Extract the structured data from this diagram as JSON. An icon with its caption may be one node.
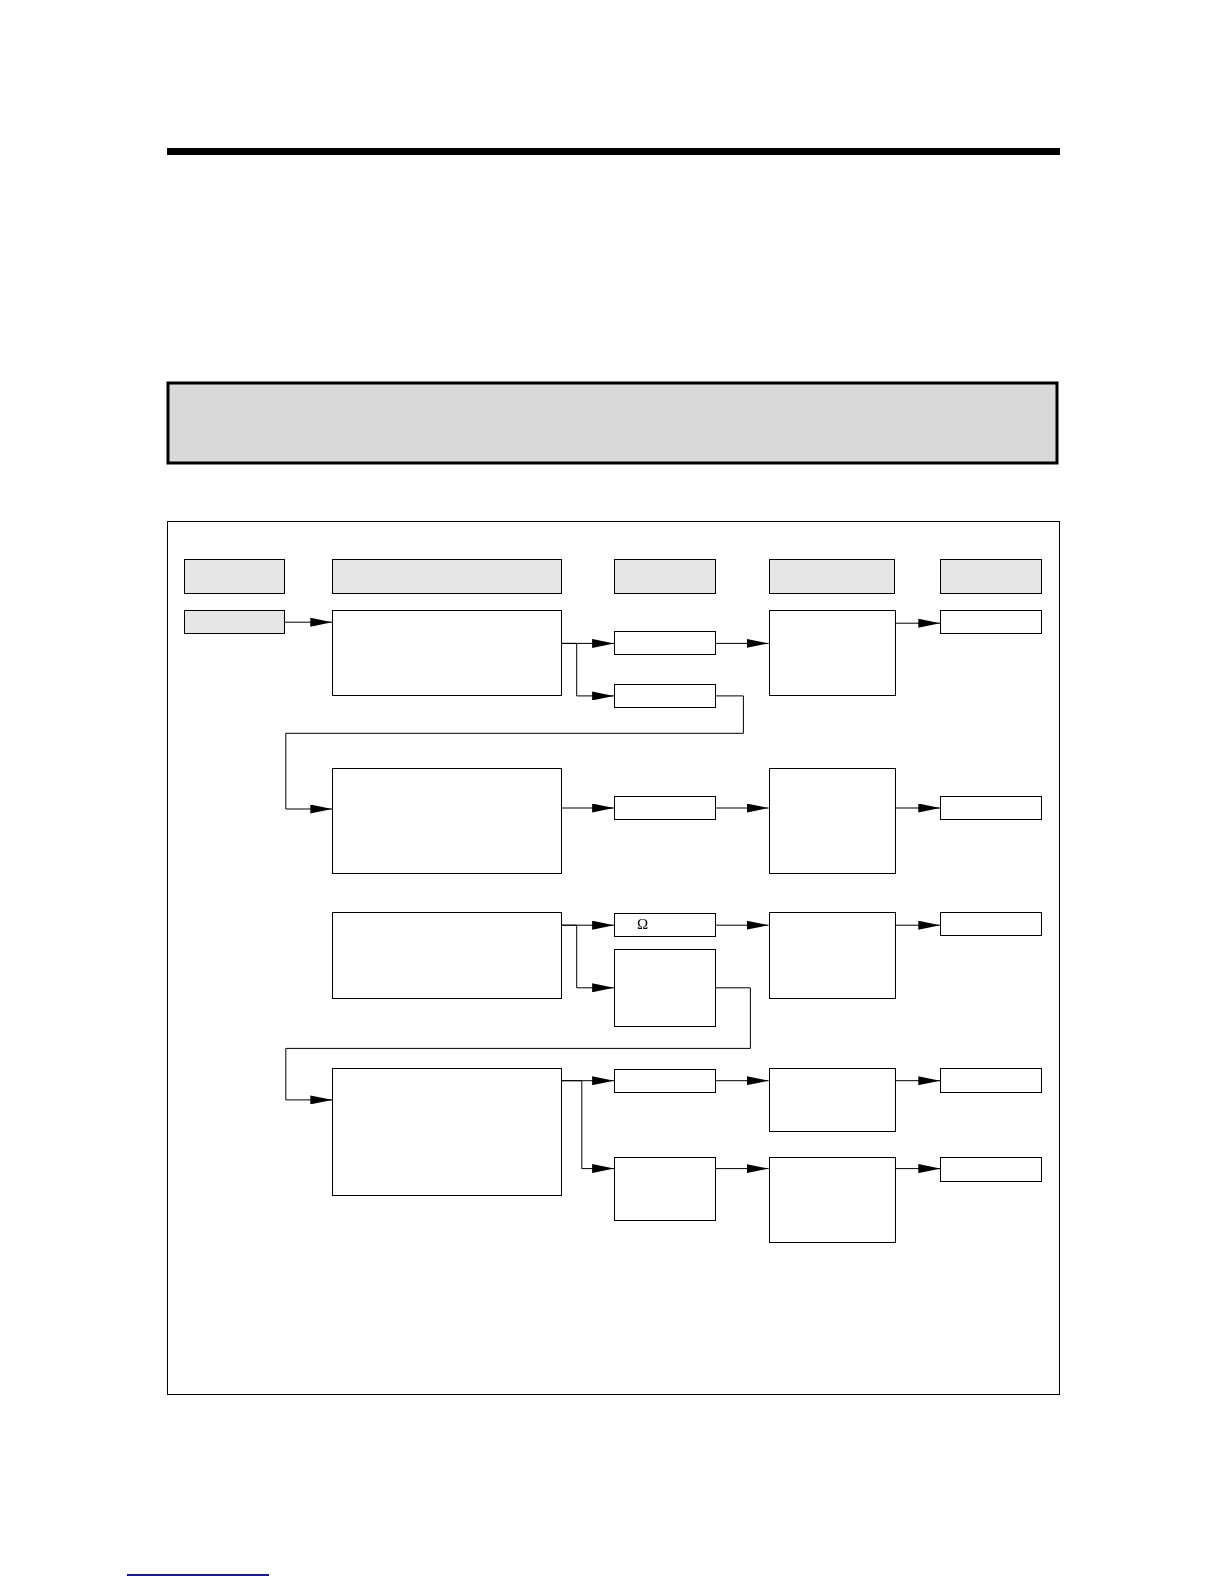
{
  "diagram": {
    "nodes": [
      {
        "text": [],
        "shape": "box"
      },
      {
        "text": [],
        "shape": "box"
      },
      {
        "text": [],
        "shape": "box"
      },
      {
        "text": [],
        "shape": "box"
      },
      {
        "text": [],
        "shape": "box"
      },
      {
        "text": [],
        "shape": "box"
      },
      {
        "text": [],
        "shape": "box"
      },
      {
        "text": [],
        "shape": "box"
      },
      {
        "text": [],
        "shape": "box"
      },
      {
        "text": [],
        "shape": "box"
      },
      {
        "text": [],
        "shape": "box"
      },
      {
        "text": [],
        "shape": "box"
      },
      {
        "text": [],
        "shape": "box"
      },
      {
        "text": [],
        "shape": "box"
      },
      {
        "text": [],
        "shape": "box"
      },
      {
        "text": [],
        "shape": "box"
      },
      {
        "text": [
          "Ω"
        ]
      },
      {
        "text": [],
        "shape": "box"
      },
      {
        "text": [],
        "shape": "box"
      },
      {
        "text": [],
        "shape": "box"
      },
      {
        "text": [],
        "shape": "box"
      },
      {
        "text": [],
        "shape": "box"
      },
      {
        "text": [],
        "shape": "box"
      },
      {
        "text": [],
        "shape": "box"
      },
      {
        "text": [],
        "shape": "box"
      },
      {
        "text": [],
        "shape": "box"
      },
      {
        "text": [],
        "shape": "box"
      }
    ],
    "edges": [
      {
        "from": 5,
        "to": 6,
        "arrow": "to"
      },
      {
        "from": 6,
        "to": 7,
        "arrow": "to"
      },
      {
        "from": 6,
        "to": 8,
        "arrow": "to"
      },
      {
        "from": 7,
        "to": 9,
        "arrow": "to"
      },
      {
        "from": 9,
        "to": 10,
        "arrow": "to"
      },
      {
        "from": 8,
        "to": 11,
        "arrow": "to"
      },
      {
        "from": 11,
        "to": 12,
        "arrow": "to"
      },
      {
        "from": 12,
        "to": 13,
        "arrow": "to"
      },
      {
        "from": 13,
        "to": 14,
        "arrow": "to"
      },
      {
        "from": 15,
        "to": 16,
        "arrow": "to"
      },
      {
        "from": 15,
        "to": 17,
        "arrow": "to"
      },
      {
        "from": 16,
        "to": 18,
        "arrow": "to"
      },
      {
        "from": 18,
        "to": 19,
        "arrow": "to"
      },
      {
        "from": 17,
        "to": 20,
        "arrow": "to"
      },
      {
        "from": 20,
        "to": 21,
        "arrow": "to"
      },
      {
        "from": 20,
        "to": 22,
        "arrow": "to"
      },
      {
        "from": 21,
        "to": 23,
        "arrow": "to"
      },
      {
        "from": 23,
        "to": 24,
        "arrow": "to"
      },
      {
        "from": 22,
        "to": 25,
        "arrow": "to"
      },
      {
        "from": 25,
        "to": 26,
        "arrow": "to"
      }
    ]
  }
}
